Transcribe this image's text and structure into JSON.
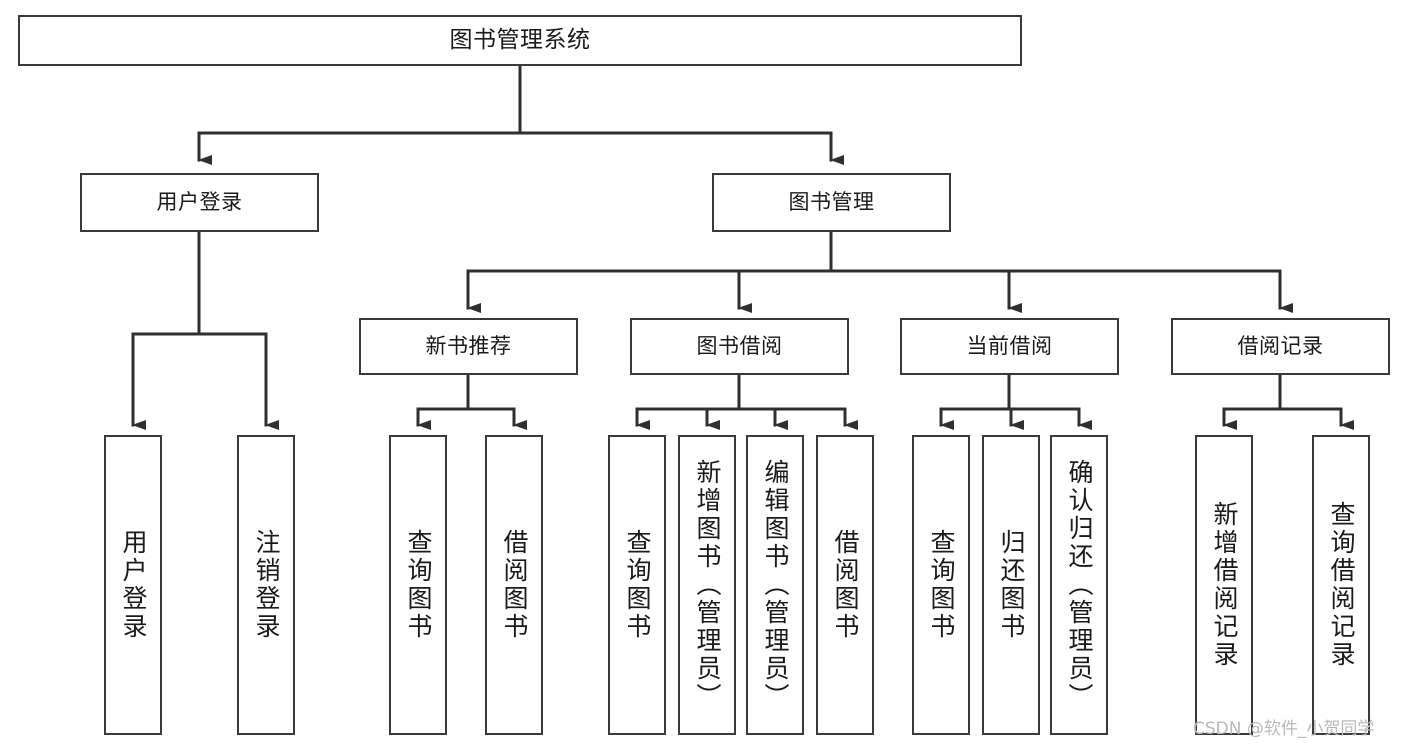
{
  "diagram": {
    "type": "tree-hierarchy-chart",
    "title": "图书管理系统",
    "colors": {
      "box_border": "#3a3a3a",
      "box_fill": "#ffffff",
      "edge": "#2f2f2f",
      "text": "#1a1a1a",
      "watermark": "#b9b9b9",
      "background": "#ffffff"
    },
    "nodes": {
      "root": {
        "label": "图书管理系统"
      },
      "level2": [
        {
          "label": "用户登录"
        },
        {
          "label": "图书管理"
        }
      ],
      "level3": [
        {
          "label": "新书推荐"
        },
        {
          "label": "图书借阅"
        },
        {
          "label": "当前借阅"
        },
        {
          "label": "借阅记录"
        }
      ],
      "leaves": {
        "user_login": [
          {
            "label": "用户登录"
          },
          {
            "label": "注销登录"
          }
        ],
        "new_book_recommend": [
          {
            "label": "查询图书"
          },
          {
            "label": "借阅图书"
          }
        ],
        "book_borrow": [
          {
            "label": "查询图书"
          },
          {
            "label": "新增图书（管理员）"
          },
          {
            "label": "编辑图书（管理员）"
          },
          {
            "label": "借阅图书"
          }
        ],
        "current_borrow": [
          {
            "label": "查询图书"
          },
          {
            "label": "归还图书"
          },
          {
            "label": "确认归还（管理员）"
          }
        ],
        "borrow_record": [
          {
            "label": "新增借阅记录"
          },
          {
            "label": "查询借阅记录"
          }
        ]
      }
    },
    "watermark": "CSDN @软件_小贺同学"
  }
}
